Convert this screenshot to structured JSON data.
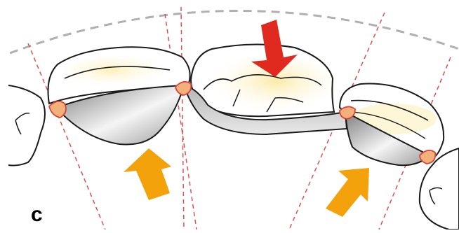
{
  "figure": {
    "panel_label": "c",
    "colors": {
      "outline": "#1a1a1a",
      "arch_dash": "#b0b0b0",
      "axis_dash": "#e05050",
      "crown_fill": "#ffffff",
      "crown_glow": "#fcf3c8",
      "connector_dark": "#8a8a8a",
      "connector_light": "#f4f4f4",
      "contact_point": "#f3b07a",
      "contact_point_stroke": "#d4463c",
      "occlusal_force_arrow": "#e02a1f",
      "vestibular_force_arrow": "#f4a20c"
    },
    "elements": [
      "dental-arch-curve",
      "tooth-axis-lines",
      "crown-1",
      "crown-2",
      "crown-3",
      "bridge-connectors",
      "contact-points",
      "occlusal-force-arrow",
      "vestibular-force-arrows",
      "adjacent-tooth-left",
      "adjacent-tooth-right"
    ]
  }
}
